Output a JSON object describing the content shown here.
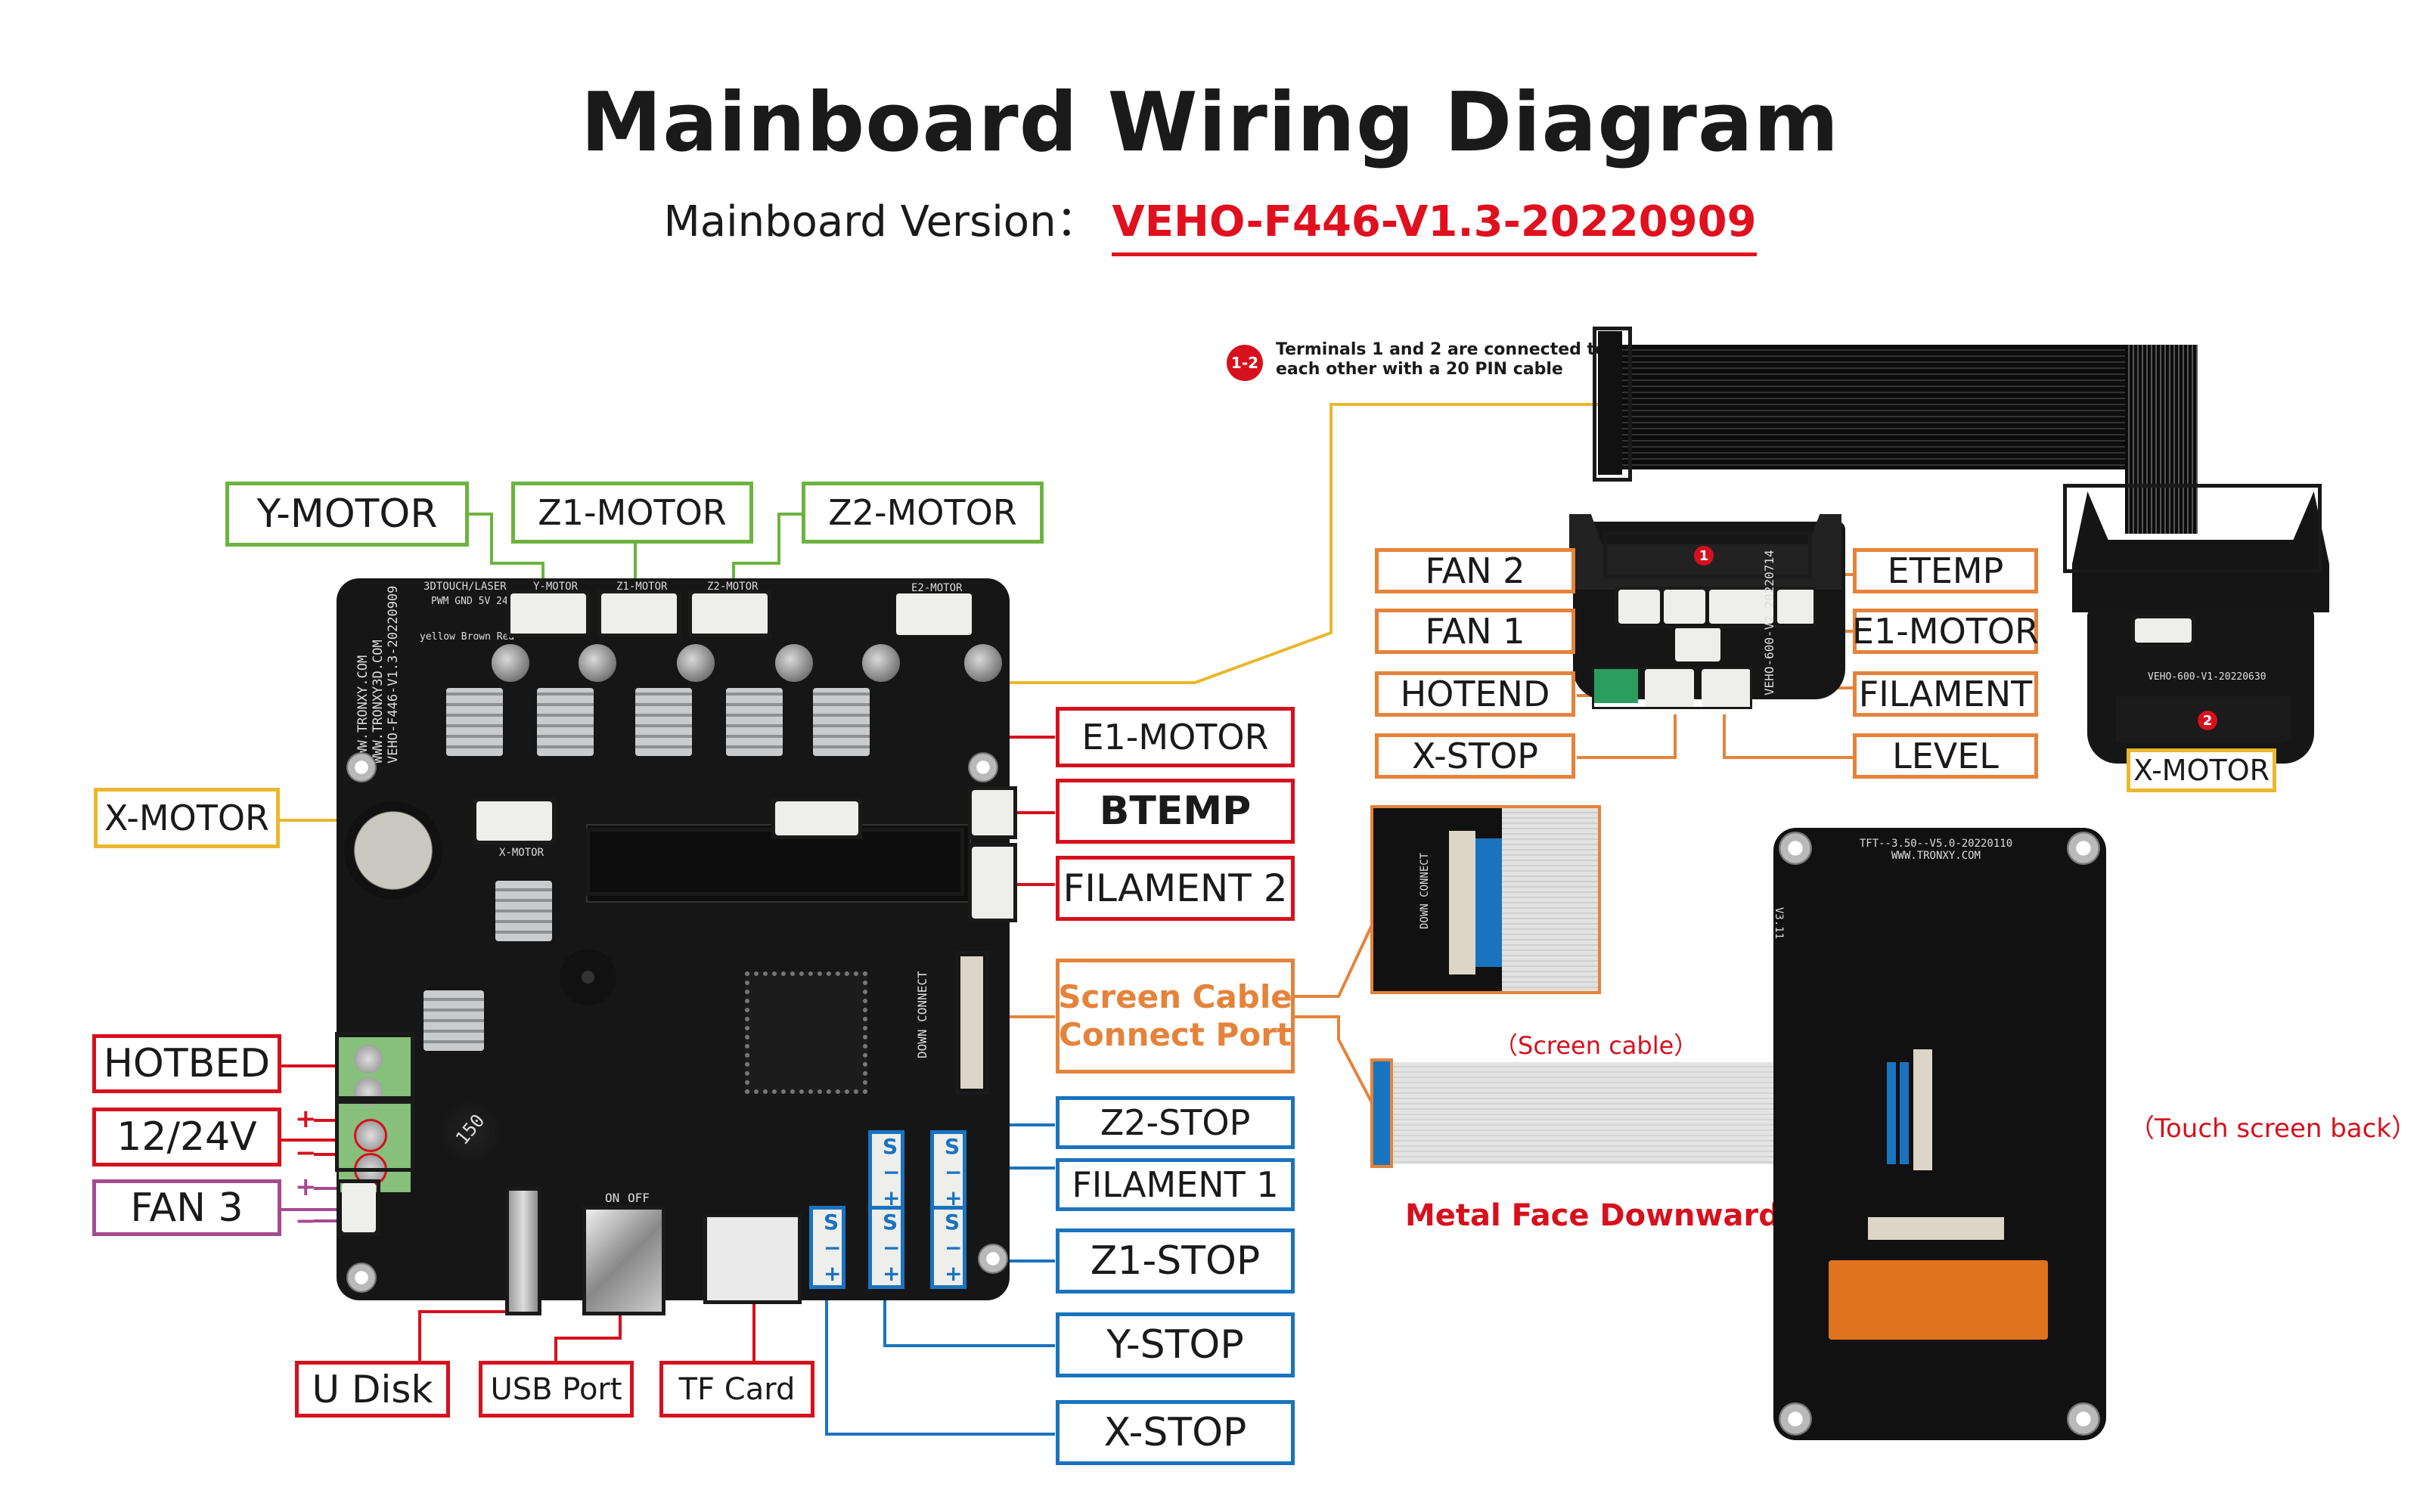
{
  "header": {
    "title": "Mainboard Wiring Diagram",
    "version_prefix": "Mainboard Version：",
    "version": "VEHO-F446-V1.3-20220909"
  },
  "colors": {
    "motor_labels": "#6cb33f",
    "power_labels": "#d7101d",
    "xmotor_cable": "#eab72e",
    "screen_and_adapter": "#e5833b",
    "stops": "#1a73bf",
    "fan3": "#a54a8f",
    "accent_red": "#d7101d"
  },
  "note": {
    "badge": "1-2",
    "text_line1": "Terminals 1 and 2 are connected to",
    "text_line2": "each other with a 20 PIN cable"
  },
  "mainboard": {
    "silkscreen": {
      "url1": "WWW.TRONXY.COM",
      "url2": "WWW.TRONXY3D.COM",
      "model": "VEHO-F446-V1.3-20220909",
      "touch": "3DTOUCH/LASER",
      "pins": "PWM GND 5V 24V",
      "wires": "yellow Brown Red",
      "ymotor": "Y-MOTOR",
      "z1motor": "Z1-MOTOR",
      "z2motor": "Z2-MOTOR",
      "e2motor": "E2-MOTOR",
      "xmotor": "X-MOTOR",
      "down_connect": "DOWN CONNECT",
      "inductor": "150",
      "on": "ON",
      "off": "OFF",
      "stop_pins": [
        "S",
        "−",
        "+"
      ]
    },
    "labels": {
      "y_motor": "Y-MOTOR",
      "z1_motor": "Z1-MOTOR",
      "z2_motor": "Z2-MOTOR",
      "x_motor": "X-MOTOR",
      "e1_motor": "E1-MOTOR",
      "btemp": "BTEMP",
      "filament2": "FILAMENT 2",
      "screen_port_line1": "Screen Cable",
      "screen_port_line2": "Connect Port",
      "hotbed": "HOTBED",
      "power": "12/24V",
      "fan3": "FAN 3",
      "udisk": "U Disk",
      "usb": "USB Port",
      "tf": "TF Card",
      "z2_stop": "Z2-STOP",
      "filament1": "FILAMENT 1",
      "z1_stop": "Z1-STOP",
      "y_stop": "Y-STOP",
      "x_stop": "X-STOP",
      "plus": "+",
      "minus": "−"
    }
  },
  "adapter_board": {
    "badge": "1",
    "silk": "VEHO-600-V2 20220714",
    "labels": {
      "fan2": "FAN 2",
      "fan1": "FAN 1",
      "hotend": "HOTEND",
      "xstop": "X-STOP",
      "etemp": "ETEMP",
      "e1motor": "E1-MOTOR",
      "filament": "FILAMENT",
      "level": "LEVEL"
    }
  },
  "xmotor_board": {
    "badge": "2",
    "silk": "VEHO-600-V1-20220630",
    "label": "X-MOTOR"
  },
  "screen": {
    "cable_label": "（Screen cable）",
    "metal_note": "Metal Face Downwards",
    "back_label": "（Touch screen back）",
    "silk_line1": "TFT--3.50--V5.0-20220110",
    "silk_line2": "WWW.TRONXY.COM",
    "side": "V3.11",
    "inset_silk": "DOWN CONNECT"
  }
}
